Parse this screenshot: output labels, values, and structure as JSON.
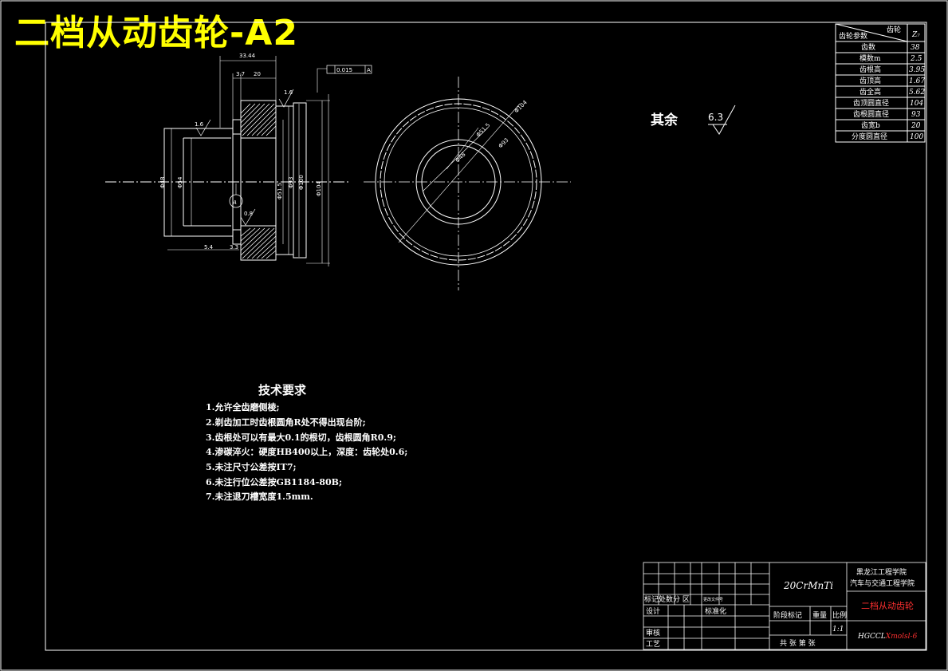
{
  "title": "二档从动齿轮-A2",
  "params": {
    "header_left": "齿轮参数",
    "header_right": "齿轮",
    "header_value": "Z₇",
    "rows": [
      {
        "label": "齿数",
        "value": "38"
      },
      {
        "label": "模数m",
        "value": "2.5"
      },
      {
        "label": "齿根高",
        "value": "3.95"
      },
      {
        "label": "齿顶高",
        "value": "1.67"
      },
      {
        "label": "齿全高",
        "value": "5.62"
      },
      {
        "label": "齿顶圆直径",
        "value": "104"
      },
      {
        "label": "齿根圆直径",
        "value": "93"
      },
      {
        "label": "齿宽b",
        "value": "20"
      },
      {
        "label": "分度圆直径",
        "value": "100"
      }
    ]
  },
  "roughness": {
    "label": "其余",
    "value": "6.3"
  },
  "dims": {
    "d1": "33.44",
    "d2": "3.7",
    "d3": "20",
    "tol": "0.015",
    "datum": "A",
    "r1": "1.6",
    "r2": "1.6",
    "r3": "0.8",
    "d4": "5.4",
    "d5": "3.3",
    "dia1": "Φ48",
    "dia2": "Φ54",
    "dia3": "Φ51.5",
    "dia4": "Φ93",
    "dia5": "Φ100",
    "dia6": "Φ104",
    "c1": "Φ51.5",
    "c2": "Φ104",
    "c3": "Φ93",
    "c4": "Φ48"
  },
  "requirements": {
    "title": "技术要求",
    "items": [
      "1.允许全齿磨侧棱;",
      "2.剃齿加工时齿根圆角R处不得出现台阶;",
      "3.齿根处可以有最大0.1的根切，齿根圆角R0.9;",
      "4.渗碳淬火：硬度HB400以上，深度：齿轮处0.6;",
      "5.未注尺寸公差按IT7;",
      "6.未注行位公差按GB1184-80B;",
      "7.未注退刀槽宽度1.5mm."
    ]
  },
  "titleblock": {
    "material": "20CrMnTi",
    "school1": "黑龙江工程学院",
    "school2": "汽车与交通工程学院",
    "part_name": "二档从动齿轮",
    "stage": "阶段标记",
    "weight": "重量",
    "ratio": "比例",
    "scale": "1:1",
    "sheets": "共 张 第 张",
    "drawing_no": "HGCCL",
    "drawing_no_suffix": "Xmolsl-6",
    "mark_row": "标记处数分 区",
    "design": "设计",
    "standard": "标准化",
    "review": "审核",
    "process": "工艺",
    "small": "更改文件号"
  }
}
